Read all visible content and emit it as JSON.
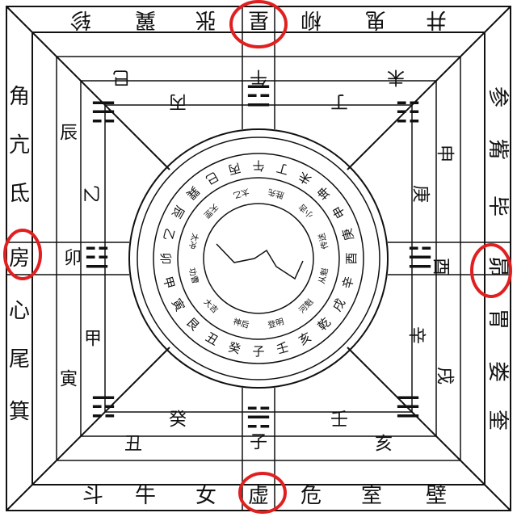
{
  "title": "",
  "mansions": {
    "top": [
      "井",
      "鬼",
      "柳",
      "星",
      "张",
      "翼",
      "轸"
    ],
    "left": [
      "角",
      "亢",
      "氐",
      "房",
      "心",
      "尾",
      "箕"
    ],
    "right": [
      "参",
      "觜",
      "毕",
      "昴",
      "胃",
      "娄",
      "奎"
    ],
    "bottom": [
      "斗",
      "牛",
      "女",
      "虚",
      "危",
      "室",
      "壁"
    ]
  },
  "outer_ring": {
    "top": [
      "巳",
      "丙",
      "午",
      "丁",
      "未"
    ],
    "left": [
      "辰",
      "乙",
      "卯",
      "甲",
      "寅"
    ],
    "right": [
      "申",
      "庚",
      "酉",
      "辛",
      "戌"
    ],
    "bottom": [
      "丑",
      "癸",
      "子",
      "壬",
      "亥"
    ]
  },
  "trigrams": {
    "li": "☲",
    "kan": "☵",
    "zhen": "☳",
    "dui": "☱",
    "xun": "☴",
    "kun": "☷",
    "gen": "☶",
    "qian": "☰"
  },
  "inner_ring_labels": [
    "午",
    "丁",
    "未",
    "坤",
    "申",
    "庚",
    "酉",
    "辛",
    "戌",
    "乾",
    "亥",
    "壬",
    "子",
    "癸",
    "丑",
    "艮",
    "寅",
    "甲",
    "卯",
    "乙",
    "辰",
    "巽",
    "巳",
    "丙"
  ],
  "inner_gods": [
    "胜先",
    "小吉",
    "传送",
    "从魁",
    "河魁",
    "登明",
    "神后",
    "大吉",
    "功曹",
    "太冲",
    "天罡",
    "太乙"
  ],
  "highlighted": [
    "星",
    "房",
    "昴",
    "虚"
  ],
  "colors": {
    "line": "#111111",
    "highlight": "#e02020",
    "background": "#ffffff"
  }
}
